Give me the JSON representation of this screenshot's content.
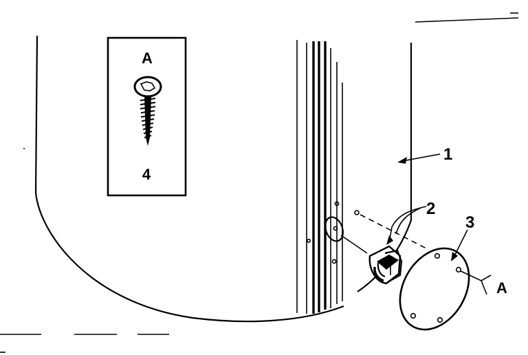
{
  "diagram": {
    "type": "exploded-parts-illustration",
    "hardware_legend": {
      "letter": "A",
      "quantity": "4",
      "icon": "screw-icon"
    },
    "callouts": [
      {
        "id": "1"
      },
      {
        "id": "2"
      },
      {
        "id": "3"
      },
      {
        "id": "A"
      }
    ]
  }
}
